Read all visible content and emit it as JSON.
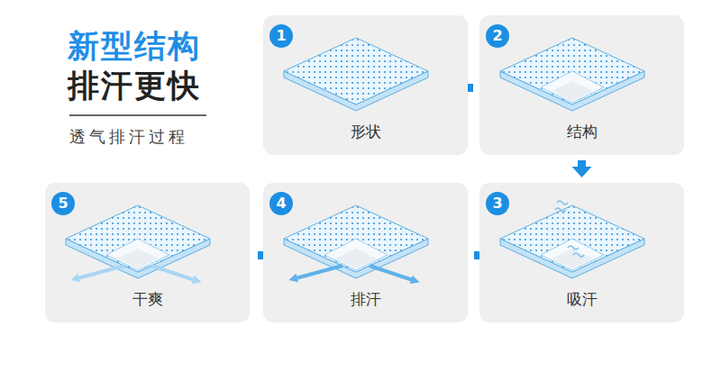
{
  "diagram": {
    "title": "新型结构",
    "caption": "透气排汗过程",
    "nodes": [
      {
        "text": [
          "1",
          "形状"
        ]
      },
      {
        "text": [
          "2",
          "结构"
        ]
      },
      {
        "text": [
          "3",
          "吸汗"
        ]
      },
      {
        "text": [
          "4",
          "排汗"
        ]
      },
      {
        "text": [
          "5",
          "干爽"
        ]
      }
    ],
    "edges": [
      {
        "from": 0,
        "to": 1,
        "arrow": "to"
      },
      {
        "from": 1,
        "to": 2,
        "arrow": "to"
      },
      {
        "from": 2,
        "to": 3,
        "arrow": "to"
      },
      {
        "from": 3,
        "to": 4,
        "arrow": "to"
      }
    ],
    "labels": [
      "排汗更快"
    ]
  }
}
